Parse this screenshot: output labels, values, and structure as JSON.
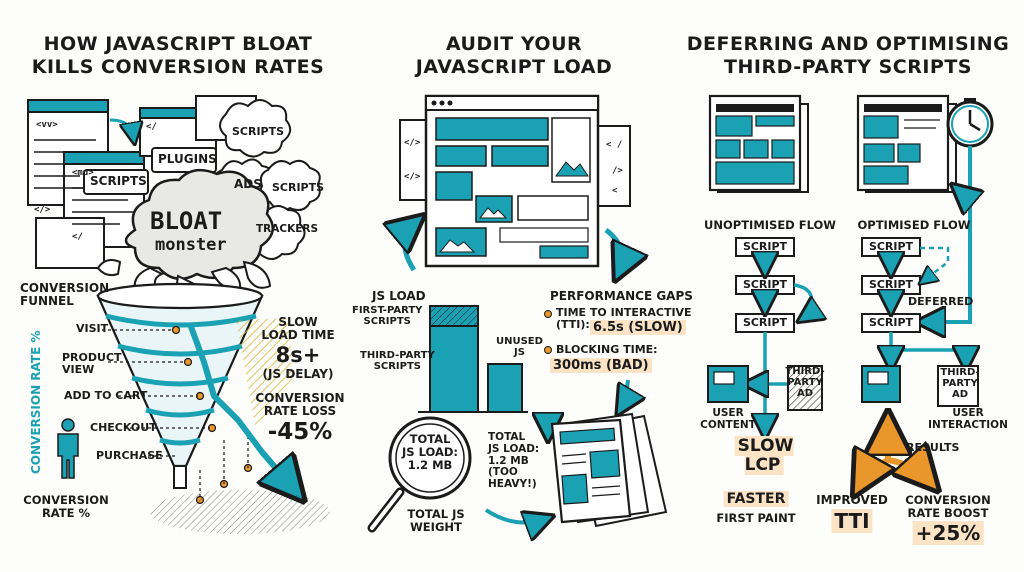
{
  "colors": {
    "teal": "#1aa1b3",
    "orange": "#e9962b",
    "ink": "#1b1b1b",
    "highlight": "#fbe3c6"
  },
  "panel1": {
    "title_line1": "HOW JAVASCRIPT BLOAT",
    "title_line2": "KILLS CONVERSION RATES",
    "code_tag": "<vv>",
    "code_tags": [
      "<vv>",
      "</>",
      "<mu>",
      "</",
      "</"
    ],
    "bubbles": {
      "plugins": "PLUGINS",
      "scripts_left": "SCRIPTS",
      "scripts_top": "SCRIPTS",
      "ads": "ADS",
      "scripts_right": "SCRIPTS",
      "trackers": "TRACKERS"
    },
    "bloat": "BLOAT",
    "monster": "monster",
    "funnel_title": "CONVERSION\nFUNNEL",
    "stages": [
      "VISIT",
      "PRODUCT\nVIEW",
      "ADD TO CART",
      "CHECKOUT",
      "PURCHASE"
    ],
    "y_axis": "CONVERSION RATE %",
    "x_caption": "CONVERSION\nRATE %",
    "slow_load": "SLOW\nLOAD TIME",
    "slow_value": "8s+",
    "slow_note": "(JS DELAY)",
    "loss_label": "CONVERSION\nRATE LOSS",
    "loss_value": "-45%"
  },
  "panel2": {
    "title_line1": "AUDIT YOUR",
    "title_line2": "JAVASCRIPT LOAD",
    "js_load": "JS LOAD",
    "first_party": "FIRST-PARTY\nSCRIPTS",
    "third_party": "THIRD-PARTY\nSCRIPTS",
    "unused": "UNUSED\nJS",
    "perf_title": "PERFORMANCE GAPS",
    "tti_label": "TIME TO INTERACTIVE\n(TTI):",
    "tti_value": "6.5s (SLOW)",
    "blocking_label": "BLOCKING TIME:",
    "blocking_value": "300ms (BAD)",
    "magnifier": "TOTAL\nJS LOAD:\n1.2 MB",
    "total_note": "TOTAL\nJS LOAD:\n1.2 MB\n(TOO\nHEAVY!)",
    "total_weight": "TOTAL JS\nWEIGHT",
    "code_marks": [
      "</>",
      "</>",
      "< /",
      "/>",
      "<"
    ]
  },
  "panel3": {
    "title_line1": "DEFERRING AND OPTIMISING",
    "title_line2": "THIRD-PARTY SCRIPTS",
    "unopt_title": "UNOPTIMISED FLOW",
    "opt_title": "OPTIMISED FLOW",
    "script": "SCRIPT",
    "deferred": "DEFERRED",
    "third_party_ad": "THIRD-\nPARTY\nAD",
    "user_content": "USER\nCONTENT",
    "user_interaction": "USER\nINTERACTION",
    "slow_lcp": "SLOW\nLCP",
    "results": "RESULTS",
    "faster": "FASTER",
    "first_paint": "FIRST PAINT",
    "improved": "IMPROVED",
    "tti": "TTI",
    "conv_boost": "CONVERSION\nRATE BOOST",
    "boost_value": "+25%"
  }
}
